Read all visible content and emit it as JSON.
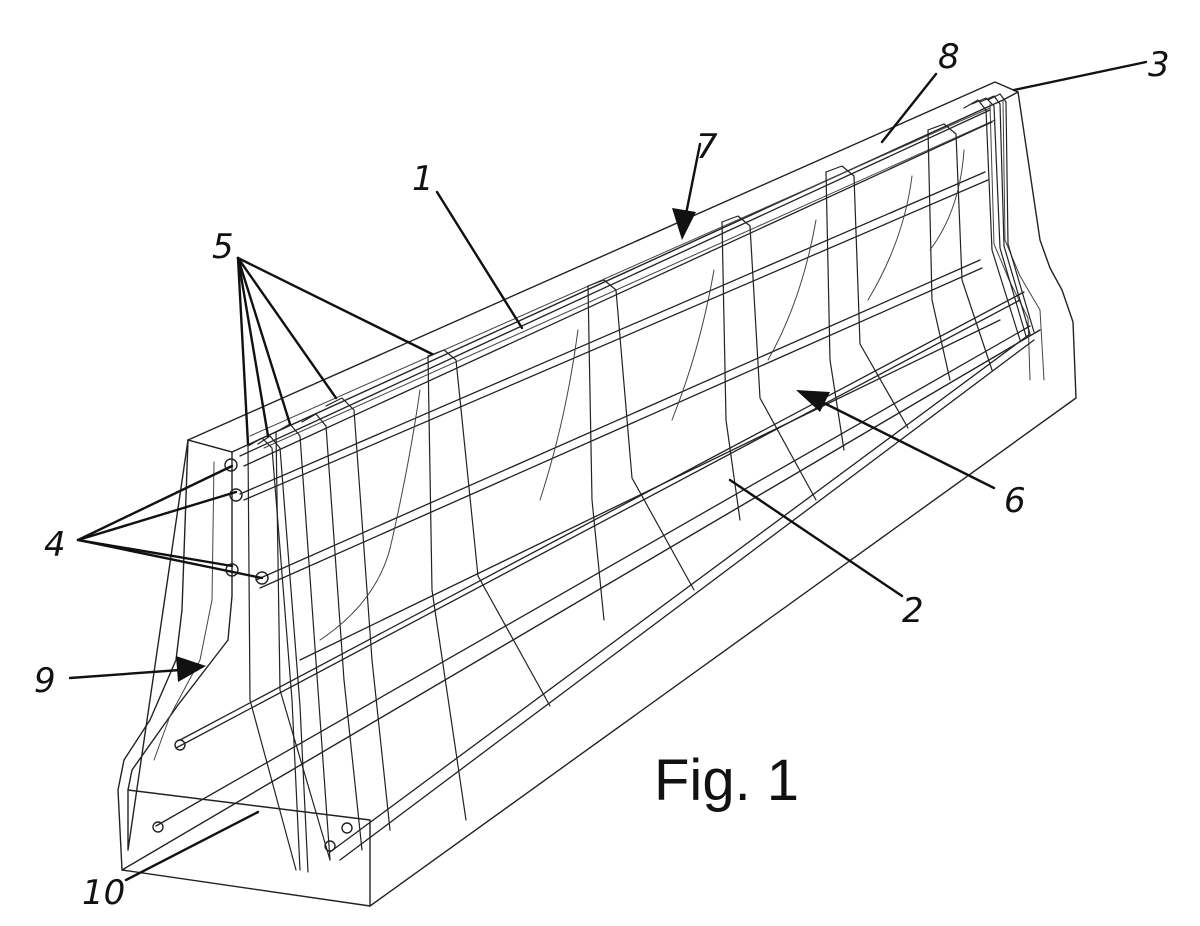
{
  "figure": {
    "caption": "Fig. 1",
    "reference_labels": {
      "r1": "1",
      "r2": "2",
      "r3": "3",
      "r4": "4",
      "r5": "5",
      "r6": "6",
      "r7": "7",
      "r8": "8",
      "r9": "9",
      "r10": "10"
    }
  }
}
